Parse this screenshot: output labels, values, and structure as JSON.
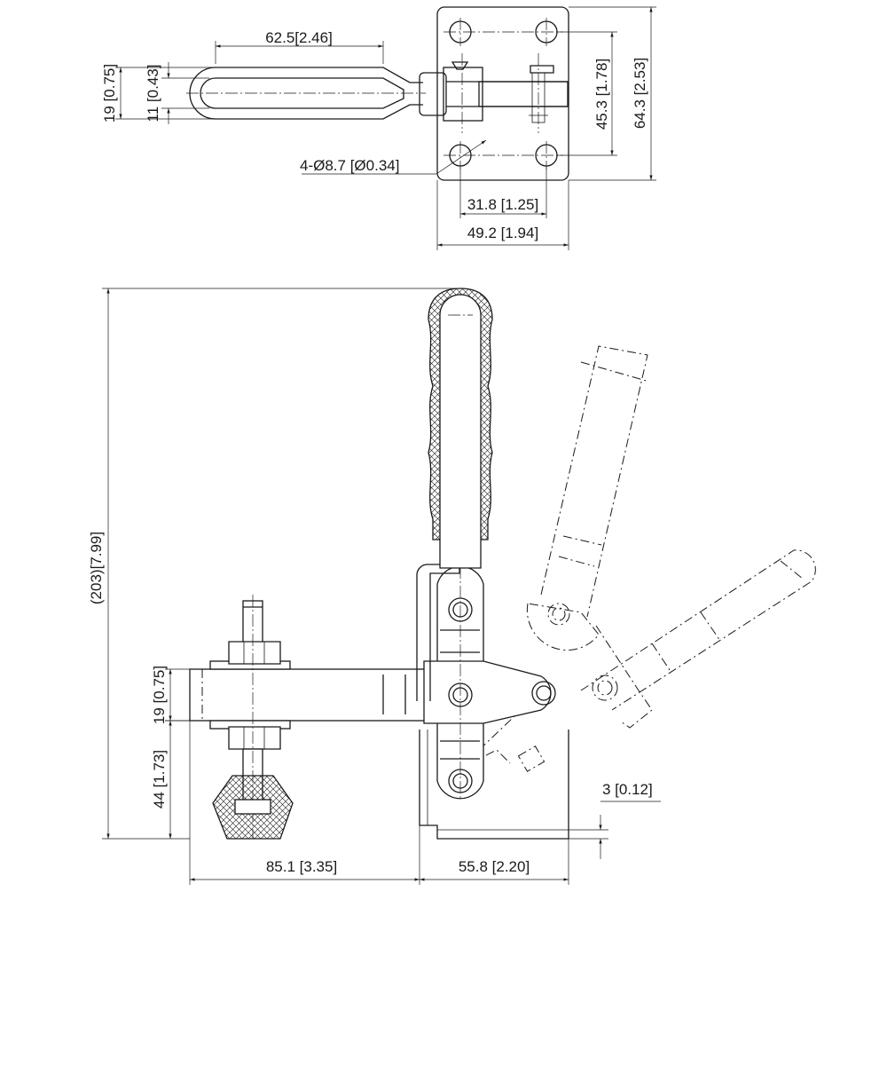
{
  "dimensions": {
    "handle_length": "62.5[2.46]",
    "handle_width_outer": "19 [0.75]",
    "handle_width_inner": "11 [0.43]",
    "mount_hole_vertical": "45.3 [1.78]",
    "base_height": "64.3 [2.53]",
    "mount_holes": "4-Ø8.7 [Ø0.34]",
    "hole_spacing": "31.8 [1.25]",
    "base_width": "49.2 [1.94]",
    "overall_height": "(203)[7.99]",
    "arm_thickness": "19 [0.75]",
    "spindle_height": "44 [1.73]",
    "reach": "85.1 [3.35]",
    "base_length": "55.8 [2.20]",
    "base_plate_thickness": "3 [0.12]"
  },
  "colors": {
    "line": "#1a1a1a",
    "background": "#ffffff"
  }
}
